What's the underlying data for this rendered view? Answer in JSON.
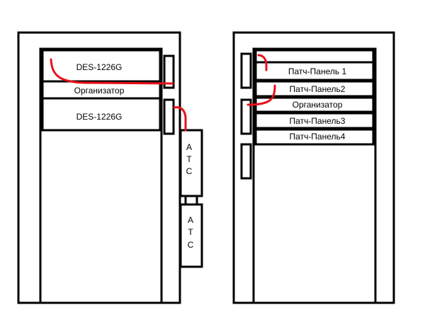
{
  "left_rack": {
    "units": [
      {
        "label": "DES-1226G"
      },
      {
        "label": "Организатор"
      },
      {
        "label": "DES-1226G"
      }
    ],
    "side_boxes": [
      {
        "chars": [
          "А",
          "Т",
          "С"
        ]
      },
      {
        "chars": [
          "А",
          "Т",
          "С"
        ]
      }
    ]
  },
  "right_rack": {
    "units": [
      {
        "label": ""
      },
      {
        "label": "Патч-Панель 1"
      },
      {
        "label": "Патч-Панель2"
      },
      {
        "label": "Организатор"
      },
      {
        "label": "Патч-Панель3"
      },
      {
        "label": "Патч-Панель4"
      }
    ]
  },
  "colors": {
    "outline": "#000000",
    "cable": "#e8101a",
    "background": "#ffffff"
  }
}
